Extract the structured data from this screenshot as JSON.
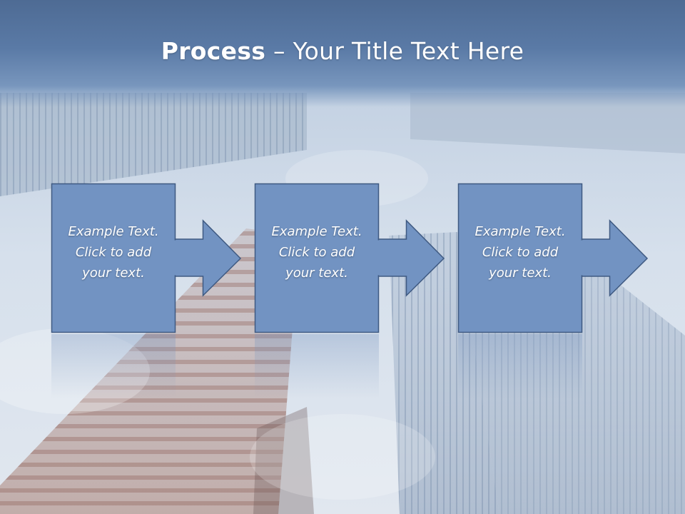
{
  "title": {
    "bold": "Process",
    "rest": " – Your Title Text Here"
  },
  "steps": [
    {
      "line1": "Example Text.",
      "line2": "Click  to add",
      "line3": "your text."
    },
    {
      "line1": "Example Text.",
      "line2": "Click  to add",
      "line3": "your text."
    },
    {
      "line1": "Example Text.",
      "line2": "Click  to add",
      "line3": "your text."
    }
  ],
  "colors": {
    "title_band": "#5a7aa6",
    "box_fill": "#7293c2",
    "box_border": "#3f5a82"
  }
}
